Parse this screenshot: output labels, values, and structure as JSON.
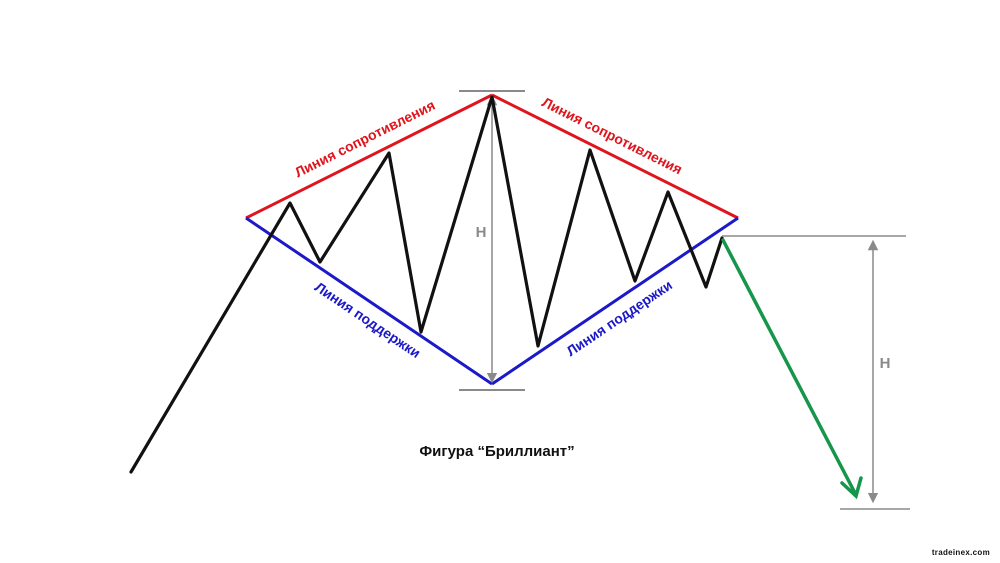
{
  "diagram": {
    "caption": "Фигура “Бриллиант”",
    "labels": {
      "resistance_left": "Линия сопротивления",
      "resistance_right": "Линия сопротивления",
      "support_left": "Линия поддержки",
      "support_right": "Линия поддержки",
      "height_pattern": "H",
      "height_target": "H"
    },
    "watermark": "tradeinex.com"
  },
  "colors": {
    "price": "#111111",
    "resistance": "#e0141c",
    "support": "#1c19c8",
    "measure": "#8a8a8a",
    "target": "#16964a"
  }
}
